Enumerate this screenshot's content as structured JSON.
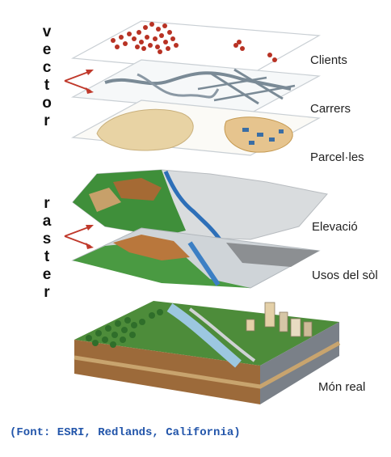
{
  "groups": {
    "vector": [
      "v",
      "e",
      "c",
      "t",
      "o",
      "r"
    ],
    "raster": [
      "r",
      "a",
      "s",
      "t",
      "e",
      "r"
    ]
  },
  "layers": [
    {
      "label": "Clients"
    },
    {
      "label": "Carrers"
    },
    {
      "label": "Parcel·les"
    },
    {
      "label": "Elevació"
    },
    {
      "label": "Usos del sòl"
    },
    {
      "label": "Món real"
    }
  ],
  "credit": "(Font: ESRI, Redlands, California)",
  "colors": {
    "arrow": "#c0392b",
    "client_point": "#b83224",
    "street": "#7a8a96",
    "parcel": "#e8d3a4",
    "water": "#2d6fb8",
    "vegetation": "#3f8f3a",
    "terrain": "#9c6a3a"
  }
}
